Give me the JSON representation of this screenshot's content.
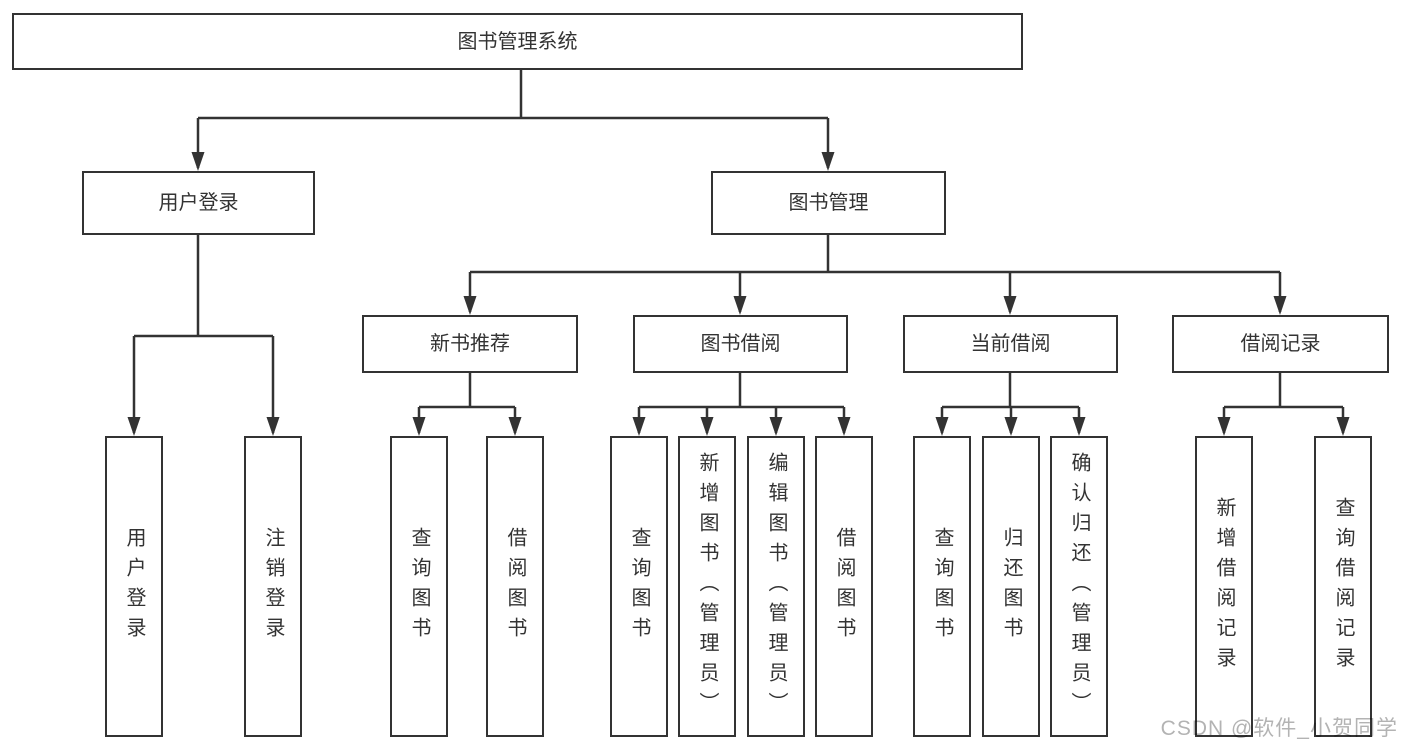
{
  "diagram_type": "hierarchy",
  "tree": {
    "label": "图书管理系统",
    "children": [
      {
        "label": "用户登录",
        "children": [
          {
            "label": "用户登录"
          },
          {
            "label": "注销登录"
          }
        ]
      },
      {
        "label": "图书管理",
        "children": [
          {
            "label": "新书推荐",
            "children": [
              {
                "label": "查询图书"
              },
              {
                "label": "借阅图书"
              }
            ]
          },
          {
            "label": "图书借阅",
            "children": [
              {
                "label": "查询图书"
              },
              {
                "label": "新增图书（管理员）"
              },
              {
                "label": "编辑图书（管理员）"
              },
              {
                "label": "借阅图书"
              }
            ]
          },
          {
            "label": "当前借阅",
            "children": [
              {
                "label": "查询图书"
              },
              {
                "label": "归还图书"
              },
              {
                "label": "确认归还（管理员）"
              }
            ]
          },
          {
            "label": "借阅记录",
            "children": [
              {
                "label": "新增借阅记录"
              },
              {
                "label": "查询借阅记录"
              }
            ]
          }
        ]
      }
    ]
  },
  "watermark": {
    "text": "CSDN @软件_小贺同学"
  },
  "colors": {
    "line": "#333333",
    "box_border": "#333333",
    "text": "#333333",
    "watermark": "#b3b3b3",
    "background": "#ffffff"
  }
}
